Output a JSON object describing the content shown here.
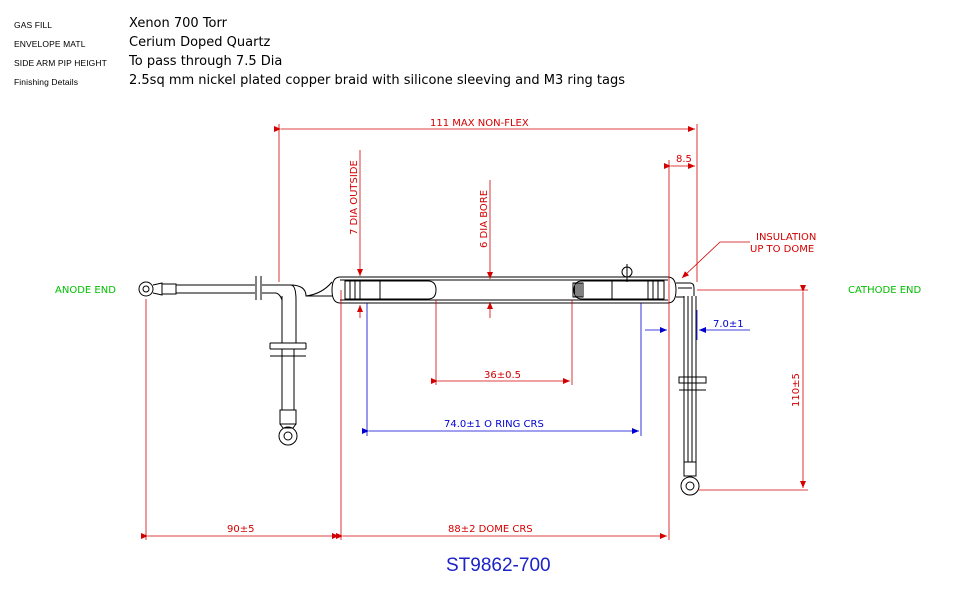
{
  "spec": [
    {
      "label": "GAS FILL",
      "value": "Xenon 700 Torr"
    },
    {
      "label": "ENVELOPE MATL",
      "value": "Cerium Doped Quartz"
    },
    {
      "label": "SIDE ARM PIP HEIGHT",
      "value": "To pass through 7.5 Dia"
    },
    {
      "label": "Finishing Details",
      "value": "2.5sq mm nickel plated copper braid with silicone sleeving and M3 ring tags"
    }
  ],
  "labels": {
    "anode_end": "ANODE END",
    "cathode_end": "CATHODE END",
    "insulation_1": "INSULATION",
    "insulation_2": "UP TO DOME"
  },
  "dimensions": {
    "max_non_flex": "111 MAX NON-FLEX",
    "dia_outside": "7 DIA OUTSIDE",
    "dia_bore": "6 DIA BORE",
    "side_offset": "8.5",
    "cathode_offset": "7.0±1",
    "bore_length": "36±0.5",
    "o_ring_crs": "74.0±1 O RING CRS",
    "cathode_lead": "110±5",
    "anode_lead": "90±5",
    "dome_crs": "88±2 DOME CRS"
  },
  "colors": {
    "outline": "#000000",
    "dimension_red": "#d40000",
    "dimension_blue": "#0000d0",
    "end_label_green": "#00c000",
    "part_title_blue": "#1a22c8"
  },
  "part_number": "ST9862-700"
}
